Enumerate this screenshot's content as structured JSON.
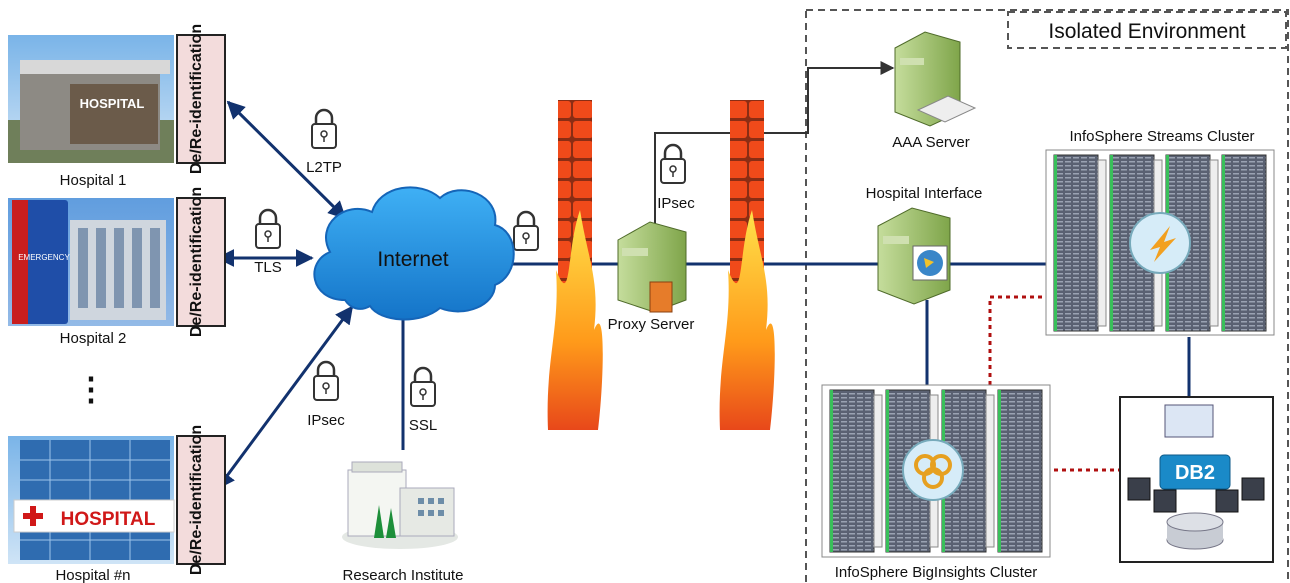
{
  "hospitals": [
    {
      "name": "Hospital 1",
      "badge": "De/Re-identification",
      "sign": "HOSPITAL"
    },
    {
      "name": "Hospital 2",
      "badge": "De/Re-identification",
      "sign": "EMERGENCY"
    },
    {
      "name": "Hospital #n",
      "badge": "De/Re-identification",
      "sign": "HOSPITAL"
    }
  ],
  "ellipsis": "⋮",
  "links": {
    "l2tp": "L2TP",
    "tls": "TLS",
    "ipsec_left": "IPsec",
    "ssl": "SSL",
    "ipsec_proxy": "IPsec"
  },
  "internet": "Internet",
  "research": "Research Institute",
  "proxy": "Proxy Server",
  "aaa": "AAA Server",
  "hospital_interface": "Hospital Interface",
  "isolated": "Isolated Environment",
  "streams": "InfoSphere Streams Cluster",
  "biginsights": "InfoSphere BigInsights Cluster",
  "db2": "DB2",
  "colors": {
    "link": "#12326e",
    "dashed_red": "#b01010",
    "cloud": "#1d8fe0",
    "firewall": "#e0501a",
    "server": "#9cc06a"
  }
}
